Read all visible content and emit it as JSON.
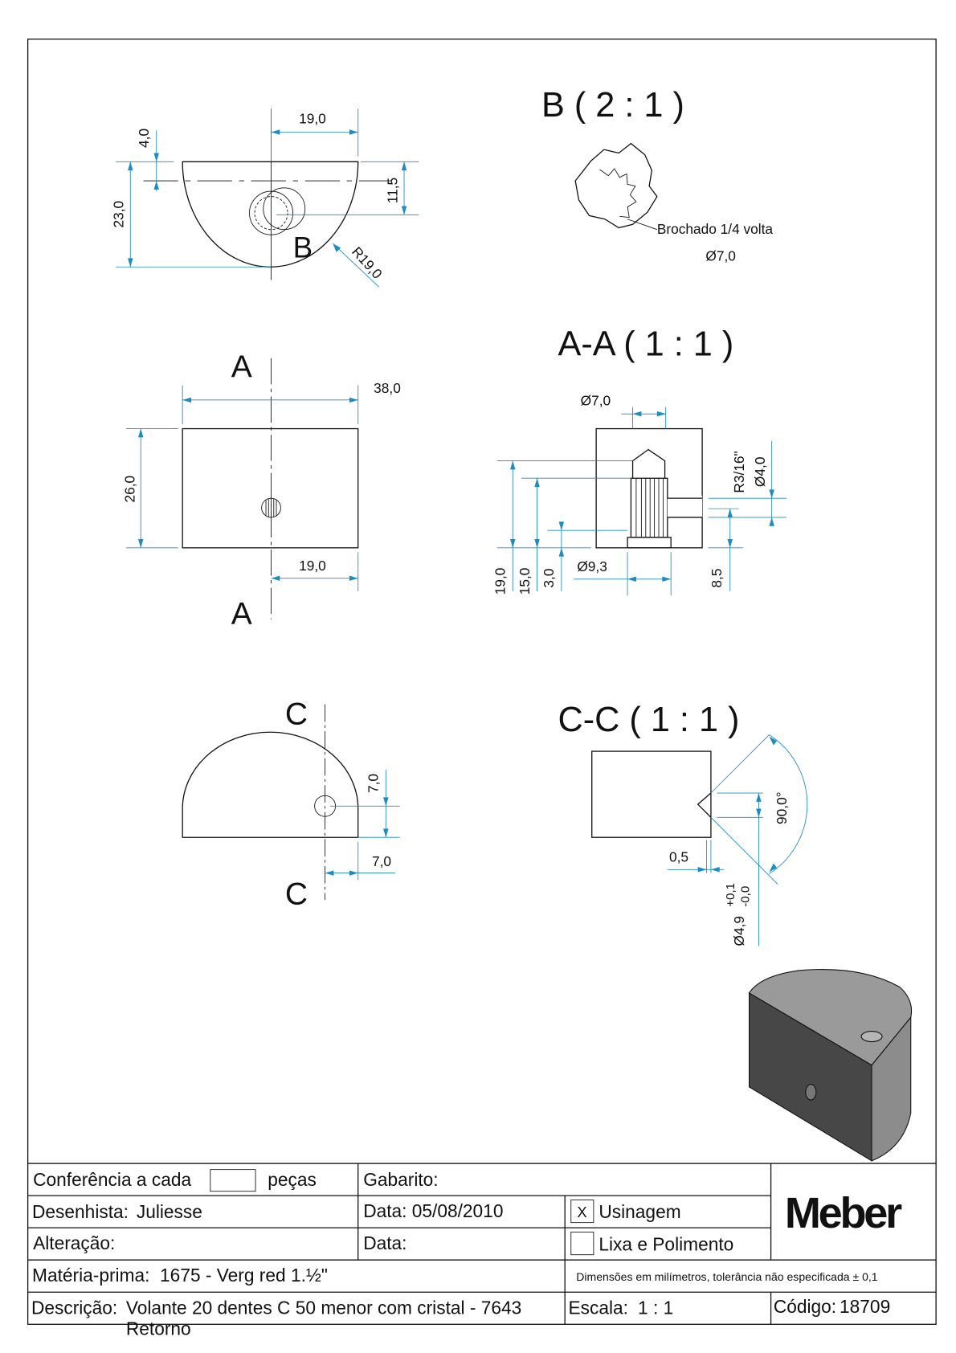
{
  "views": {
    "top": {
      "dims": {
        "width": "19,0",
        "offset": "4,0",
        "height": "23,0",
        "hole": "11,5",
        "radius": "R19,0"
      },
      "detail_marker": "B"
    },
    "detail_b": {
      "title": "B  ( 2 : 1 )",
      "note": "Brochado 1/4 volta",
      "diameter": "Ø7,0"
    },
    "front": {
      "section_top": "A",
      "section_bottom": "A",
      "dims": {
        "width": "38,0",
        "height": "26,0",
        "half": "19,0"
      }
    },
    "section_aa": {
      "title": "A-A  ( 1 : 1 )",
      "dims": {
        "d_top": "Ø7,0",
        "d_bottom": "Ø9,3",
        "h19": "19,0",
        "h15": "15,0",
        "h3": "3,0",
        "h85": "8,5",
        "thread": "R3/16\"",
        "d4": "Ø4,0"
      }
    },
    "bottom": {
      "section_top": "C",
      "section_bottom": "C",
      "dims": {
        "v": "7,0",
        "h": "7,0"
      }
    },
    "section_cc": {
      "title": "C-C  ( 1 : 1 )",
      "dims": {
        "depth": "0,5",
        "angle": "90,0°",
        "diameter": "Ø4,9",
        "tol_plus": "+0,1",
        "tol_minus": "-0,0"
      }
    }
  },
  "title_block": {
    "conferencia_label": "Conferência a cada",
    "pecas_label": "peças",
    "gabarito_label": "Gabarito:",
    "desenhista_label": "Desenhista:",
    "desenhista_value": "Juliesse",
    "data_label": "Data:",
    "data_value": "05/08/2010",
    "usinagem_check": "X",
    "usinagem_label": "Usinagem",
    "alteracao_label": "Alteração:",
    "data2_label": "Data:",
    "lixa_label": "Lixa e Polimento",
    "materia_label": "Matéria-prima:",
    "materia_value": "1675 - Verg red 1.½\"",
    "note": "Dimensões em milímetros, tolerância não especificada ± 0,1",
    "descricao_label": "Descrição:",
    "descricao_value": "Volante 20 dentes C 50 menor com cristal - 7643",
    "descricao_value2": "Retorno",
    "escala_label": "Escala:",
    "escala_value": "1 : 1",
    "codigo_label": "Código:",
    "codigo_value": "18709",
    "logo": "Meber"
  },
  "colors": {
    "dimension": "#1b8cc4",
    "hatch": "#2a8a2a"
  }
}
